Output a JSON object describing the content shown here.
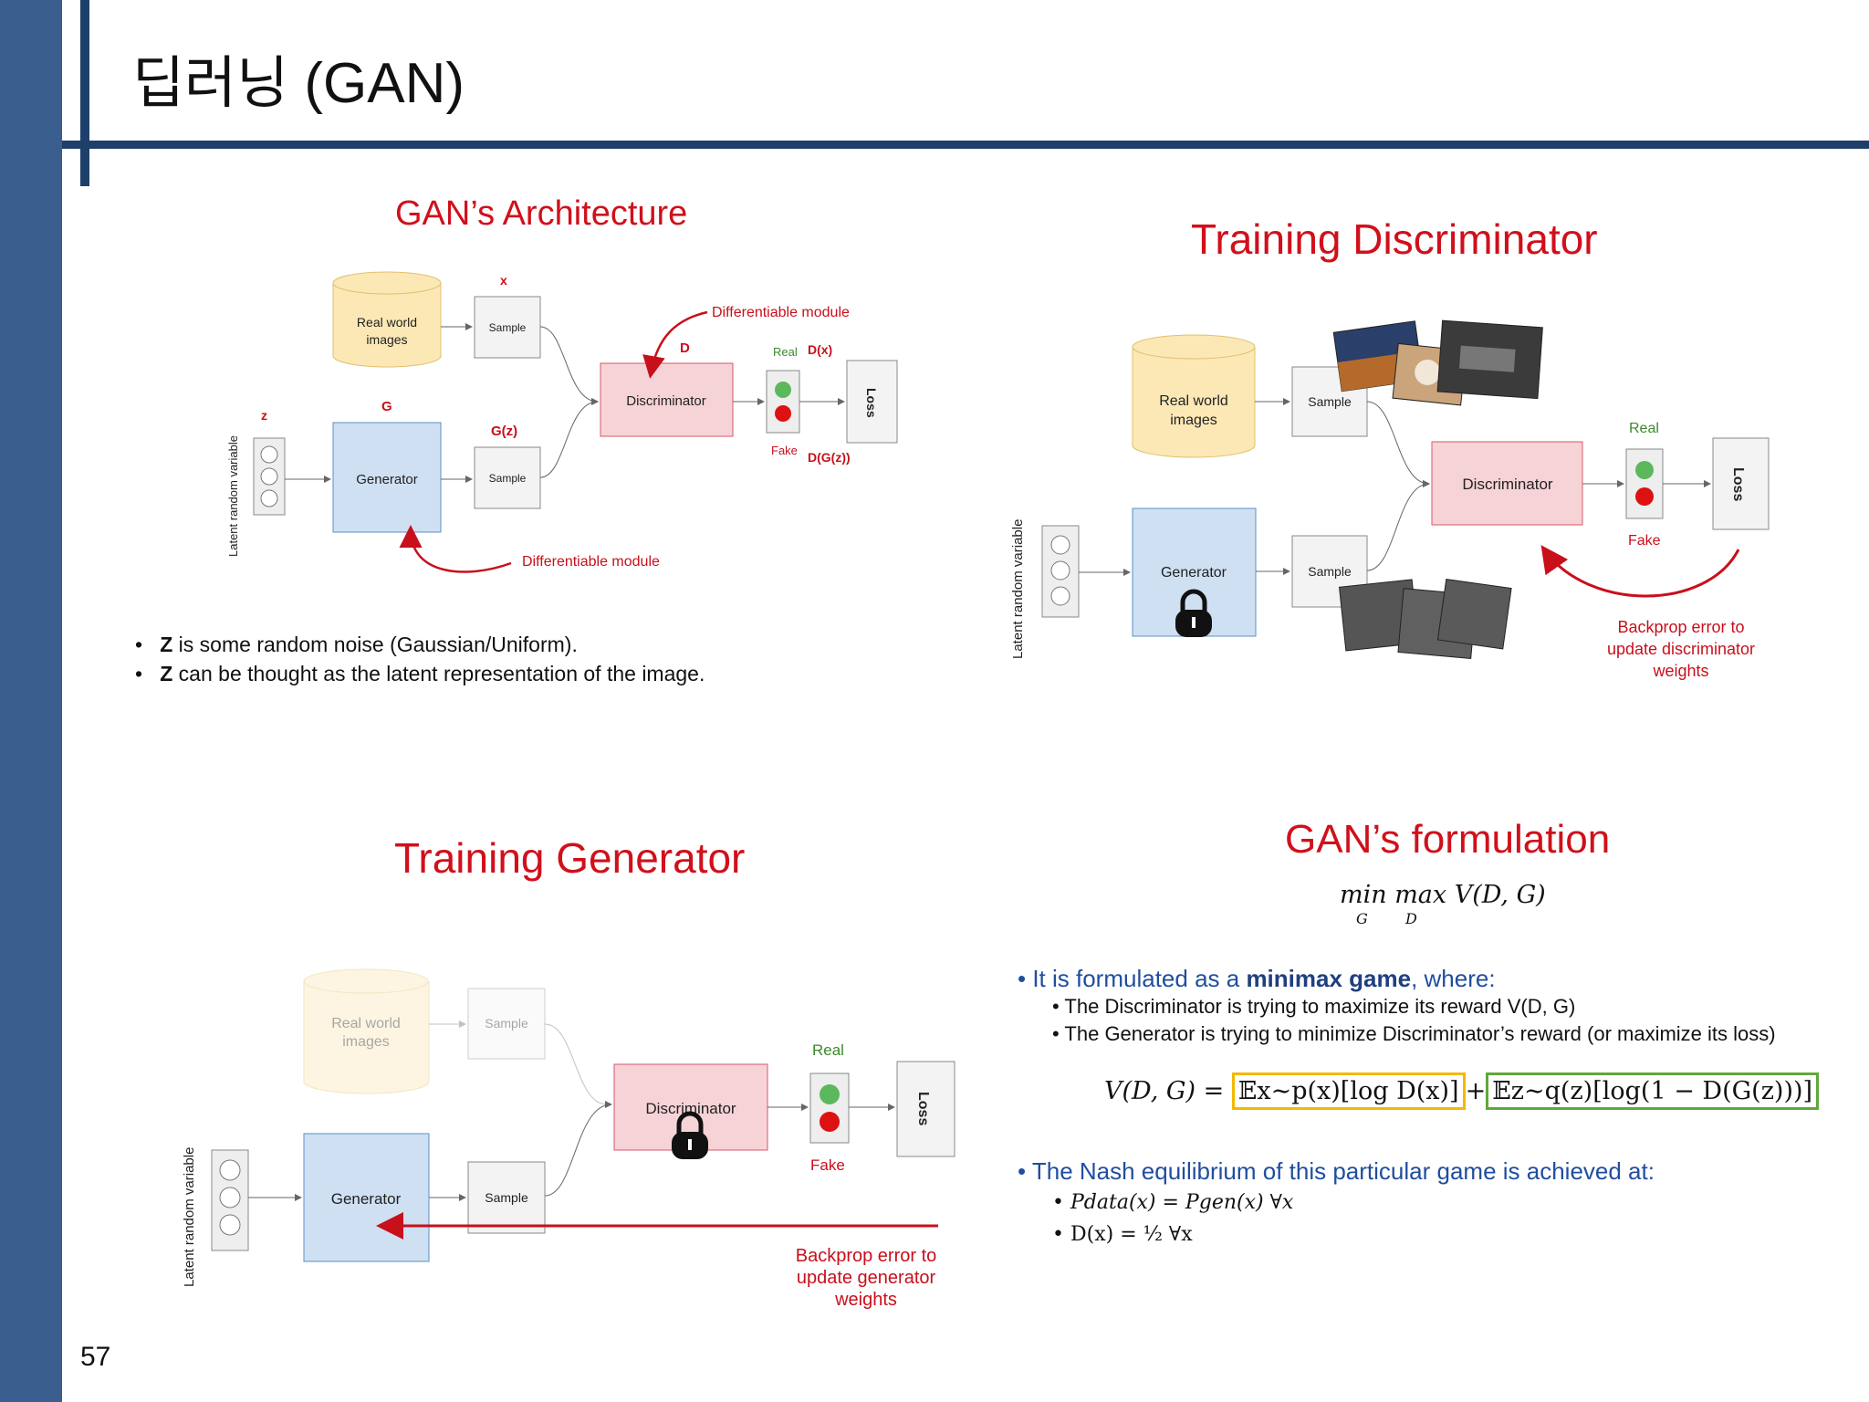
{
  "slide": {
    "title": "딥러닝 (GAN)",
    "page_number": "57"
  },
  "architecture": {
    "title": "GAN’s Architecture",
    "real_world_images": [
      "Real world",
      "images"
    ],
    "sample": "Sample",
    "x_label": "x",
    "z_label": "z",
    "g_label": "G",
    "gz_label": "G(z)",
    "d_label": "D",
    "generator": "Generator",
    "discriminator": "Discriminator",
    "loss": "Loss",
    "latent": "Latent random variable",
    "diff_module": "Differentiable module",
    "real": "Real",
    "fake": "Fake",
    "dx": "D(x)",
    "dgz": "D(G(z))",
    "bullets": [
      {
        "bold": "Z",
        "text": " is some random noise (Gaussian/Uniform)."
      },
      {
        "bold": "Z",
        "text": " can be thought as the latent representation of the image."
      }
    ]
  },
  "training_discriminator": {
    "title": "Training Discriminator",
    "real_world_images": [
      "Real world",
      "images"
    ],
    "sample": "Sample",
    "generator": "Generator",
    "discriminator": "Discriminator",
    "loss": "Loss",
    "latent": "Latent random variable",
    "real": "Real",
    "fake": "Fake",
    "backprop": [
      "Backprop error to",
      "update discriminator",
      "weights"
    ]
  },
  "training_generator": {
    "title": "Training Generator",
    "real_world_images": [
      "Real world",
      "images"
    ],
    "sample": "Sample",
    "generator": "Generator",
    "discriminator": "Discriminator",
    "loss": "Loss",
    "latent": "Latent random variable",
    "real": "Real",
    "fake": "Fake",
    "backprop": [
      "Backprop error to",
      "update generator",
      "weights"
    ]
  },
  "formulation": {
    "title": "GAN’s formulation",
    "minmax": "min max V(D, G)",
    "minmax_subs": [
      "G",
      "D"
    ],
    "bullet1_pre": "It is formulated as a ",
    "bullet1_bold": "minimax game",
    "bullet1_post": ", where:",
    "sub1": "The Discriminator is trying to maximize its reward V(D, G)",
    "sub2": "The Generator is trying to minimize Discriminator’s reward (or maximize its loss)",
    "eq_lhs": "V(D, G) =",
    "eq_term1": "𝔼x∼p(x)[log D(x)]",
    "eq_plus": "+",
    "eq_term2": "𝔼z∼q(z)[log(1 − D(G(z)))]",
    "bullet2": "The Nash equilibrium of this particular game is achieved at:",
    "nash1": "Pdata(x) = Pgen(x)  ∀x",
    "nash2": "D(x) = ½  ∀x"
  },
  "colors": {
    "accent_red": "#d0101b",
    "band_blue": "#3a5f8f",
    "rule_navy": "#1f3f6b",
    "generator_fill": "#cfe0f3",
    "discriminator_fill": "#f6d3d7",
    "database_fill": "#fbe8b5",
    "box_yellow": "#f2b900",
    "box_green": "#5fa83a"
  }
}
